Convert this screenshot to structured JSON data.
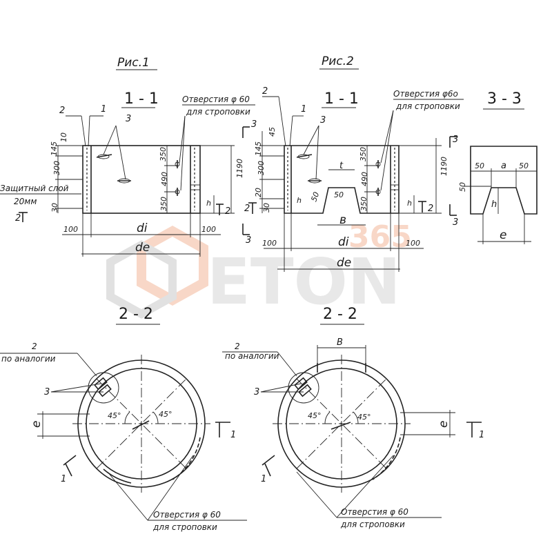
{
  "fig1": {
    "title": "Рис.1",
    "section": "1 - 1",
    "callouts": [
      "2",
      "1",
      "3"
    ],
    "hole_note": [
      "Отверстия φ 60",
      "для строповки"
    ],
    "protective_layer": [
      "Защитный слой",
      "20мм"
    ],
    "dims_left": [
      "10",
      "145",
      "300",
      "30"
    ],
    "dims_holes": [
      "350",
      "490",
      "350"
    ],
    "dims_h": "1190",
    "h_label": "h",
    "bottom": [
      "100",
      "di",
      "100",
      "de"
    ],
    "cut_marks": [
      "2",
      "2"
    ]
  },
  "fig2": {
    "title": "Рис.2",
    "section": "1 - 1",
    "callouts": [
      "2",
      "1",
      "3"
    ],
    "hole_note": [
      "Отверстия φ6о",
      "для строповки"
    ],
    "dims_left": [
      "45",
      "145",
      "300",
      "20",
      "30"
    ],
    "dims_holes": [
      "350",
      "490",
      "350"
    ],
    "dims_h": "1190",
    "h_label": "h",
    "notch": [
      "t",
      "50",
      "50",
      "в"
    ],
    "bottom": [
      "100",
      "di",
      "100",
      "de"
    ],
    "cut_marks": [
      "3",
      "3",
      "2",
      "2"
    ]
  },
  "sec33": {
    "title": "3 - 3",
    "dims": [
      "50",
      "a",
      "50",
      "50",
      "h",
      "e"
    ],
    "marks": [
      "3",
      "3"
    ]
  },
  "plan_left": {
    "title": "2 - 2",
    "note2": [
      "2",
      "по аналогии"
    ],
    "callout3": "3",
    "e_label": "e",
    "angles": [
      "45°",
      "45°"
    ],
    "hole_note": [
      "Отверстия φ 60",
      "для строповки"
    ],
    "marks": [
      "1",
      "1"
    ]
  },
  "plan_right": {
    "title": "2 - 2",
    "note2": [
      "2",
      "по аналогии"
    ],
    "callout3": "3",
    "b_label": "В",
    "e_label": "e",
    "angles": [
      "45°",
      "45°"
    ],
    "hole_note": [
      "Отверстия φ 60",
      "для строповки"
    ],
    "marks": [
      "1",
      "1"
    ]
  },
  "watermark": {
    "brand": "ETON",
    "number": "365",
    "color": "#f2a27a"
  }
}
